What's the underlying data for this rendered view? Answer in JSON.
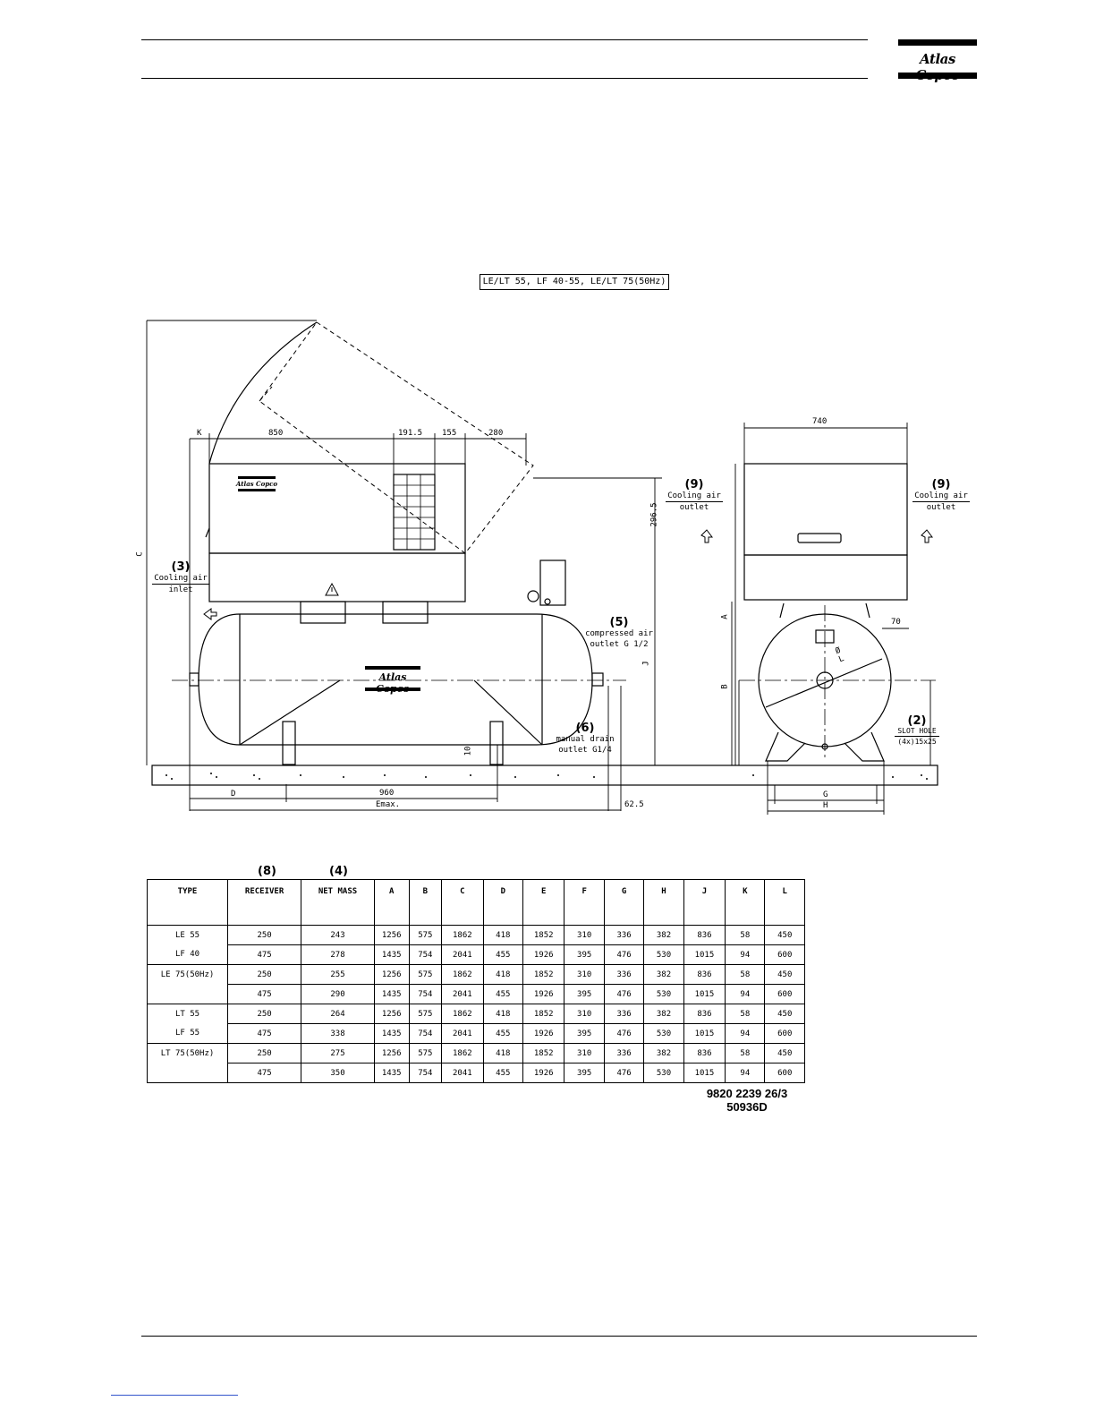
{
  "header": {
    "brand": "Atlas Copco"
  },
  "diagram": {
    "title": "LE/LT 55, LF 40-55, LE/LT 75(50Hz)",
    "dimensions": {
      "K": "K",
      "d850": "850",
      "d191_5": "191.5",
      "d155": "155",
      "d280": "280",
      "d740": "740",
      "d296_5": "296.5",
      "C": "C",
      "A": "A",
      "B": "B",
      "J": "J",
      "d70": "70",
      "d10": "10",
      "D": "D",
      "d960": "960",
      "Emax": "Emax.",
      "d62_5": "62.5",
      "G": "G",
      "H": "H",
      "L": "Ø L"
    },
    "callouts": {
      "c3_num": "(3)",
      "c3_a": "Cooling air",
      "c3_b": "inlet",
      "c5_num": "(5)",
      "c5_a": "compressed air",
      "c5_b": "outlet G 1/2",
      "c6_num": "(6)",
      "c6_a": "manual drain",
      "c6_b": "outlet G1/4",
      "c9l_num": "(9)",
      "c9l_a": "Cooling air",
      "c9l_b": "outlet",
      "c9r_num": "(9)",
      "c9r_a": "Cooling air",
      "c9r_b": "outlet",
      "c2_num": "(2)",
      "c2_a": "SLOT HOLE",
      "c2_b": "(4x)15x25"
    },
    "warning_symbol": "warning-triangle-icon"
  },
  "table": {
    "refs": {
      "receiver": "(8)",
      "mass": "(4)"
    },
    "columns": [
      "TYPE",
      "RECEIVER",
      "NET MASS",
      "A",
      "B",
      "C",
      "D",
      "E",
      "F",
      "G",
      "H",
      "J",
      "K",
      "L"
    ],
    "rows": [
      [
        "LE 55",
        "250",
        "243",
        "1256",
        "575",
        "1862",
        "418",
        "1852",
        "310",
        "336",
        "382",
        "836",
        "58",
        "450"
      ],
      [
        "LF 40",
        "475",
        "278",
        "1435",
        "754",
        "2041",
        "455",
        "1926",
        "395",
        "476",
        "530",
        "1015",
        "94",
        "600"
      ],
      [
        "LE 75(50Hz)",
        "250",
        "255",
        "1256",
        "575",
        "1862",
        "418",
        "1852",
        "310",
        "336",
        "382",
        "836",
        "58",
        "450"
      ],
      [
        "",
        "475",
        "290",
        "1435",
        "754",
        "2041",
        "455",
        "1926",
        "395",
        "476",
        "530",
        "1015",
        "94",
        "600"
      ],
      [
        "LT 55",
        "250",
        "264",
        "1256",
        "575",
        "1862",
        "418",
        "1852",
        "310",
        "336",
        "382",
        "836",
        "58",
        "450"
      ],
      [
        "LF 55",
        "475",
        "338",
        "1435",
        "754",
        "2041",
        "455",
        "1926",
        "395",
        "476",
        "530",
        "1015",
        "94",
        "600"
      ],
      [
        "LT 75(50Hz)",
        "250",
        "275",
        "1256",
        "575",
        "1862",
        "418",
        "1852",
        "310",
        "336",
        "382",
        "836",
        "58",
        "450"
      ],
      [
        "",
        "475",
        "350",
        "1435",
        "754",
        "2041",
        "455",
        "1926",
        "395",
        "476",
        "530",
        "1015",
        "94",
        "600"
      ]
    ],
    "doc_number": "9820 2239 26/3",
    "drawing_number": "50936D"
  }
}
